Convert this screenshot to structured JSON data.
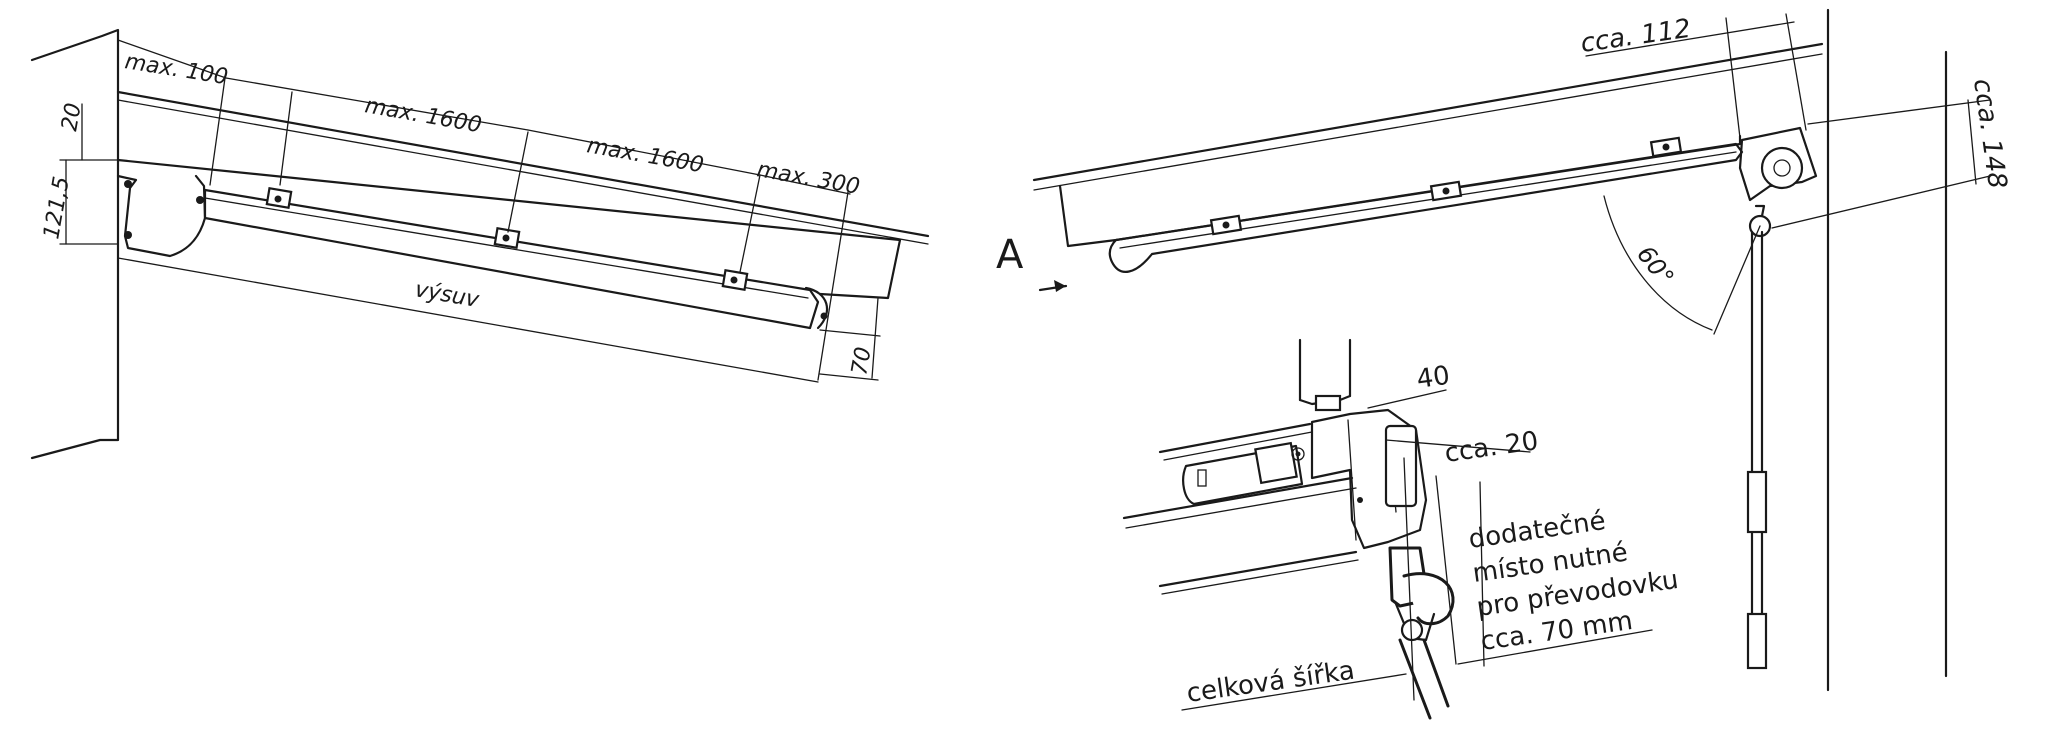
{
  "left_view": {
    "dim_20": "20",
    "dim_121_5": "121,5",
    "dim_max_100": "max. 100",
    "dim_max_1600_a": "max. 1600",
    "dim_max_1600_b": "max. 1600",
    "dim_max_300": "max. 300",
    "dim_vysuv": "výsuv",
    "dim_70": "70"
  },
  "right_view": {
    "view_label": "A",
    "dim_cca_112": "cca. 112",
    "dim_cca_148": "cca. 148",
    "angle_60": "60°"
  },
  "detail_view": {
    "dim_40": "40",
    "dim_cca_20": "cca. 20",
    "note_line1": "dodatečné",
    "note_line2": "místo nutné",
    "note_line3": "pro převodovku",
    "note_line4": "cca. 70 mm",
    "total_width": "celková šířka"
  },
  "colors": {
    "line": "#1a1a1a",
    "background": "#ffffff"
  }
}
